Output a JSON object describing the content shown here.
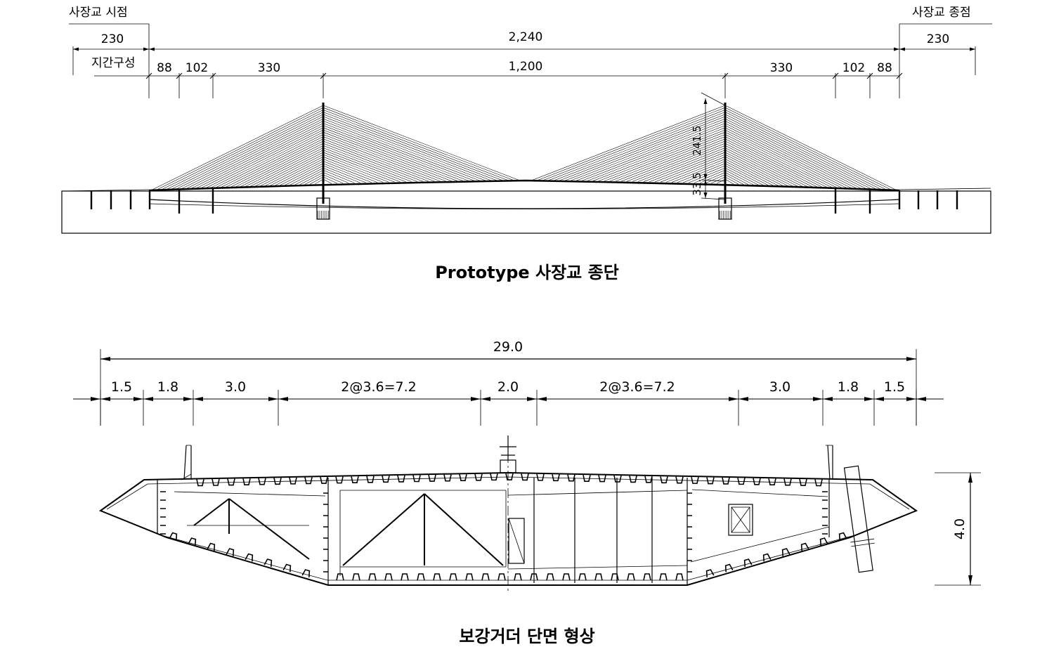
{
  "elevation": {
    "start_label": "사장교 시점",
    "end_label": "사장교  종점",
    "span_label": "지간구성",
    "left_approach": "230",
    "total": "2,240",
    "right_approach": "230",
    "spans": [
      "88",
      "102",
      "330",
      "1,200",
      "330",
      "102",
      "88"
    ],
    "pylon_height": "241.5",
    "pier_height": "33.5",
    "caption": "Prototype 사장교 종단"
  },
  "section": {
    "total_width": "29.0",
    "segments": [
      "1.5",
      "1.8",
      "3.0",
      "2@3.6=7.2",
      "2.0",
      "2@3.6=7.2",
      "3.0",
      "1.8",
      "1.5"
    ],
    "depth": "4.0",
    "caption": "보강거더 단면 형상"
  }
}
